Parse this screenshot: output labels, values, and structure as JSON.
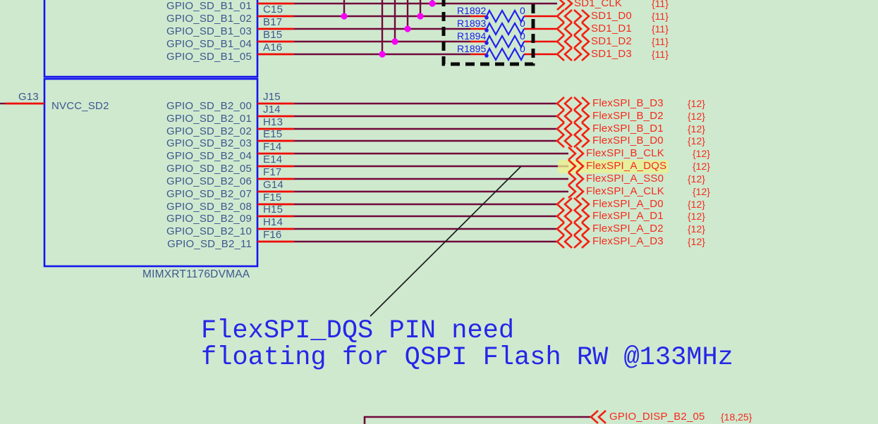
{
  "colors": {
    "background": "#cfe9cf",
    "block_border": "#1515ef",
    "pin_text": "#3d568f",
    "wire": "#71093a",
    "pin_stub": "#ef0602",
    "net_text": "#f5291b",
    "resistor_blue": "#2020f0",
    "junction_dot": "#f800f8",
    "highlight_yellow": "#eef08c",
    "annotation_blue": "#2626e8"
  },
  "chip": {
    "name": "MIMXRT1176DVMAA",
    "power_pin": {
      "name": "NVCC_SD2",
      "number": "G13"
    },
    "block1_pins": [
      {
        "name": "GPIO_SD_B1_01",
        "number": ""
      },
      {
        "name": "GPIO_SD_B1_02",
        "number": "C15"
      },
      {
        "name": "GPIO_SD_B1_03",
        "number": "B17"
      },
      {
        "name": "GPIO_SD_B1_04",
        "number": "B15"
      },
      {
        "name": "GPIO_SD_B1_05",
        "number": "A16"
      }
    ],
    "block2_pins": [
      {
        "name": "GPIO_SD_B2_00",
        "number": "J15"
      },
      {
        "name": "GPIO_SD_B2_01",
        "number": "J14"
      },
      {
        "name": "GPIO_SD_B2_02",
        "number": "H13"
      },
      {
        "name": "GPIO_SD_B2_03",
        "number": "E15"
      },
      {
        "name": "GPIO_SD_B2_04",
        "number": "F14"
      },
      {
        "name": "GPIO_SD_B2_05",
        "number": "E14"
      },
      {
        "name": "GPIO_SD_B2_06",
        "number": "F17"
      },
      {
        "name": "GPIO_SD_B2_07",
        "number": "G14"
      },
      {
        "name": "GPIO_SD_B2_08",
        "number": "F15"
      },
      {
        "name": "GPIO_SD_B2_09",
        "number": "H15"
      },
      {
        "name": "GPIO_SD_B2_10",
        "number": "H14"
      },
      {
        "name": "GPIO_SD_B2_11",
        "number": "F16"
      }
    ]
  },
  "resistors": [
    {
      "ref": "R1892",
      "value": "0"
    },
    {
      "ref": "R1893",
      "value": "0"
    },
    {
      "ref": "R1894",
      "value": "0"
    },
    {
      "ref": "R1895",
      "value": "0"
    }
  ],
  "nets": {
    "sd1": [
      {
        "label": "SD1_CLK",
        "tag": "{11}"
      },
      {
        "label": "SD1_D0",
        "tag": "{11}"
      },
      {
        "label": "SD1_D1",
        "tag": "{11}"
      },
      {
        "label": "SD1_D2",
        "tag": "{11}"
      },
      {
        "label": "SD1_D3",
        "tag": "{11}"
      }
    ],
    "flexspi": [
      {
        "label": "FlexSPI_B_D3",
        "tag": "{12}"
      },
      {
        "label": "FlexSPI_B_D2",
        "tag": "{12}"
      },
      {
        "label": "FlexSPI_B_D1",
        "tag": "{12}"
      },
      {
        "label": "FlexSPI_B_D0",
        "tag": "{12}"
      },
      {
        "label": "FlexSPI_B_CLK",
        "tag": "{12}"
      },
      {
        "label": "FlexSPI_A_DQS",
        "tag": "{12}"
      },
      {
        "label": "FlexSPI_A_SS0",
        "tag": "{12}"
      },
      {
        "label": "FlexSPI_A_CLK",
        "tag": "{12}"
      },
      {
        "label": "FlexSPI_A_D0",
        "tag": "{12}"
      },
      {
        "label": "FlexSPI_A_D1",
        "tag": "{12}"
      },
      {
        "label": "FlexSPI_A_D2",
        "tag": "{12}"
      },
      {
        "label": "FlexSPI_A_D3",
        "tag": "{12}"
      }
    ],
    "bottom": {
      "label": "GPIO_DISP_B2_05",
      "tag": "{18,25}"
    }
  },
  "annotation": {
    "line1": "FlexSPI_DQS PIN need",
    "line2": "floating for QSPI Flash RW @133MHz"
  }
}
